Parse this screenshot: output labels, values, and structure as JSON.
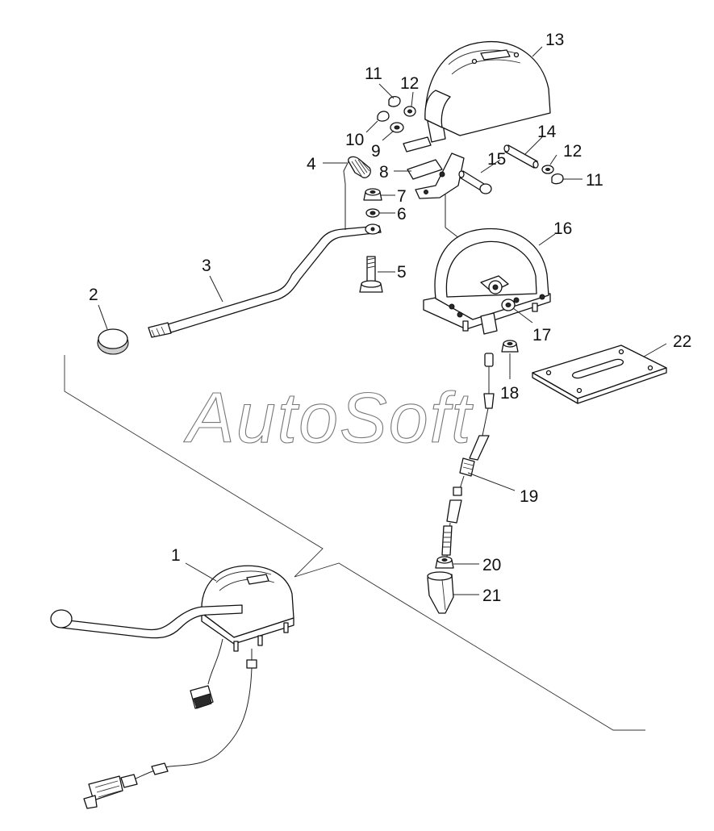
{
  "watermark": "AutoSoft",
  "labels": {
    "l1": "1",
    "l2": "2",
    "l3": "3",
    "l4": "4",
    "l5": "5",
    "l6": "6",
    "l7": "7",
    "l8": "8",
    "l9": "9",
    "l10": "10",
    "l11a": "11",
    "l11b": "11",
    "l12a": "12",
    "l12b": "12",
    "l13": "13",
    "l14": "14",
    "l15": "15",
    "l16": "16",
    "l17": "17",
    "l18": "18",
    "l19": "19",
    "l20": "20",
    "l21": "21",
    "l22": "22"
  }
}
